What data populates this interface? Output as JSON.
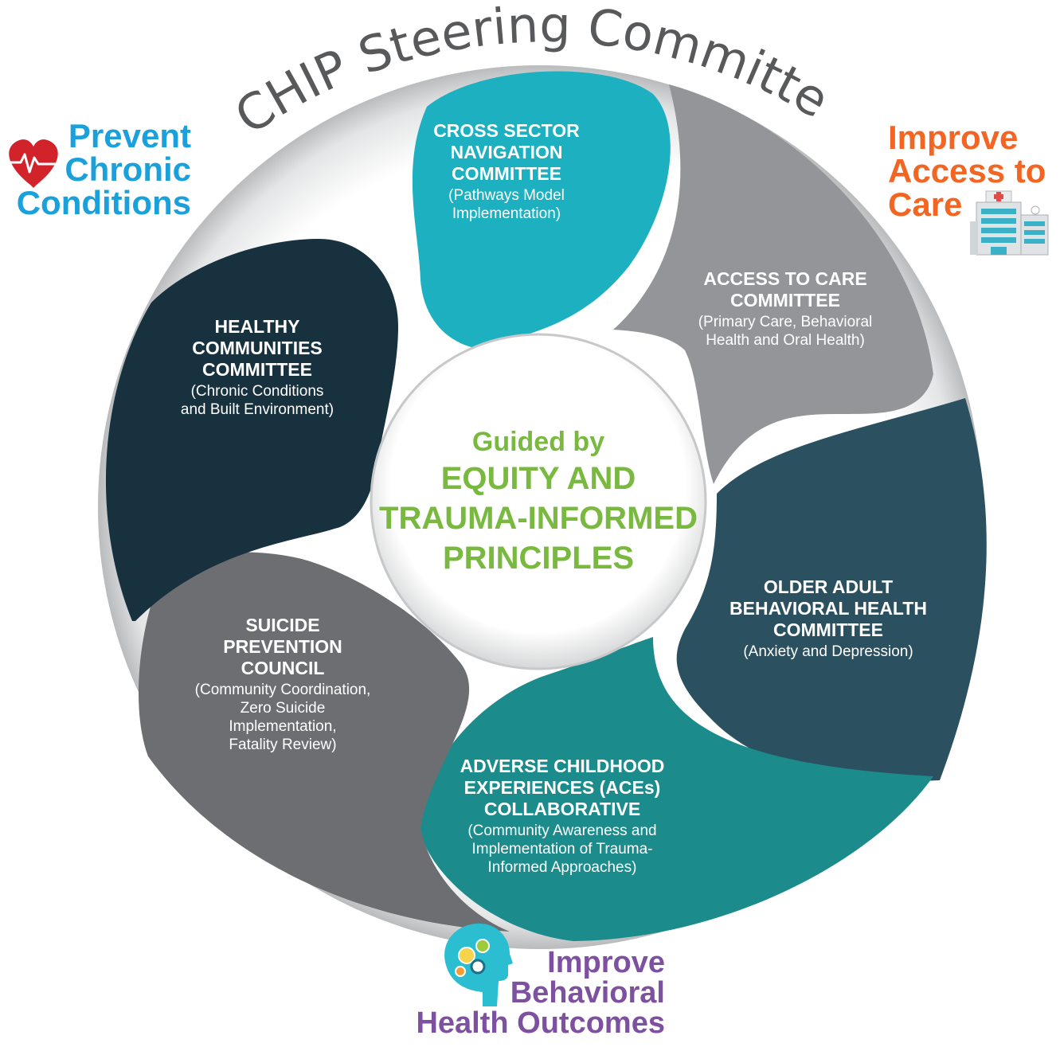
{
  "title": "CHIP Steering Committee",
  "center": {
    "lead": "Guided by",
    "lines": [
      "EQUITY AND",
      "TRAUMA-INFORMED",
      "PRINCIPLES"
    ],
    "color": "#7ab940"
  },
  "goals": {
    "chronic": {
      "lines": [
        "Prevent",
        "Chronic",
        "Conditions"
      ],
      "color": "#1aa1dc",
      "icon": "heart-pulse-icon"
    },
    "access": {
      "lines": [
        "Improve",
        "Access to",
        "Care"
      ],
      "color": "#f26522",
      "icon": "hospital-icon"
    },
    "behavioral": {
      "lines": [
        "Improve",
        "Behavioral",
        "Health Outcomes"
      ],
      "color": "#7d50a0",
      "icon": "head-gears-icon"
    }
  },
  "segments": [
    {
      "id": "cross",
      "title": [
        "CROSS SECTOR",
        "NAVIGATION",
        "COMMITTEE"
      ],
      "desc": [
        "(Pathways Model",
        "Implementation)"
      ],
      "color": "#1cb0c0"
    },
    {
      "id": "access",
      "title": [
        "ACCESS TO CARE",
        "COMMITTEE"
      ],
      "desc": [
        "(Primary Care, Behavioral",
        "Health and Oral Health)"
      ],
      "color": "#939598"
    },
    {
      "id": "older",
      "title": [
        "OLDER ADULT",
        "BEHAVIORAL HEALTH",
        "COMMITTEE"
      ],
      "desc": [
        "(Anxiety and Depression)"
      ],
      "color": "#2b5160"
    },
    {
      "id": "aces",
      "title": [
        "ADVERSE CHILDHOOD",
        "EXPERIENCES (ACEs)",
        "COLLABORATIVE"
      ],
      "desc": [
        "(Community Awareness and",
        "Implementation of Trauma-",
        "Informed Approaches)"
      ],
      "color": "#1b8b8c"
    },
    {
      "id": "suicide",
      "title": [
        "SUICIDE",
        "PREVENTION",
        "COUNCIL"
      ],
      "desc": [
        "(Community Coordination,",
        "Zero Suicide",
        "Implementation,",
        "Fatality Review)"
      ],
      "color": "#6d6e71"
    },
    {
      "id": "healthy",
      "title": [
        "HEALTHY",
        "COMMUNITIES",
        "COMMITTEE"
      ],
      "desc": [
        "(Chronic Conditions",
        "and Built Environment)"
      ],
      "color": "#17313e"
    }
  ]
}
